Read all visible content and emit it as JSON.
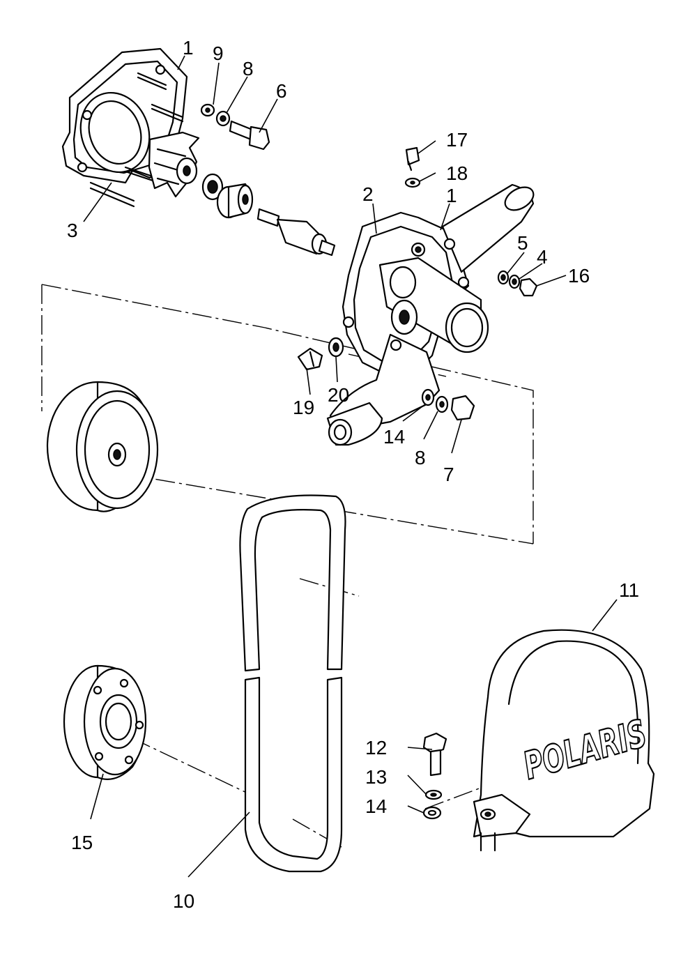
{
  "diagram": {
    "callouts": [
      {
        "id": "c1a",
        "label": "1"
      },
      {
        "id": "c9",
        "label": "9"
      },
      {
        "id": "c8a",
        "label": "8"
      },
      {
        "id": "c6",
        "label": "6"
      },
      {
        "id": "c3",
        "label": "3"
      },
      {
        "id": "c17",
        "label": "17"
      },
      {
        "id": "c18",
        "label": "18"
      },
      {
        "id": "c2",
        "label": "2"
      },
      {
        "id": "c1b",
        "label": "1"
      },
      {
        "id": "c5",
        "label": "5"
      },
      {
        "id": "c4",
        "label": "4"
      },
      {
        "id": "c16",
        "label": "16"
      },
      {
        "id": "c19",
        "label": "19"
      },
      {
        "id": "c20",
        "label": "20"
      },
      {
        "id": "c14a",
        "label": "14"
      },
      {
        "id": "c8b",
        "label": "8"
      },
      {
        "id": "c7",
        "label": "7"
      },
      {
        "id": "c11",
        "label": "11"
      },
      {
        "id": "c12",
        "label": "12"
      },
      {
        "id": "c13",
        "label": "13"
      },
      {
        "id": "c14b",
        "label": "14"
      },
      {
        "id": "c15",
        "label": "15"
      },
      {
        "id": "c10",
        "label": "10"
      }
    ],
    "cover_logo": "POLARIS"
  }
}
